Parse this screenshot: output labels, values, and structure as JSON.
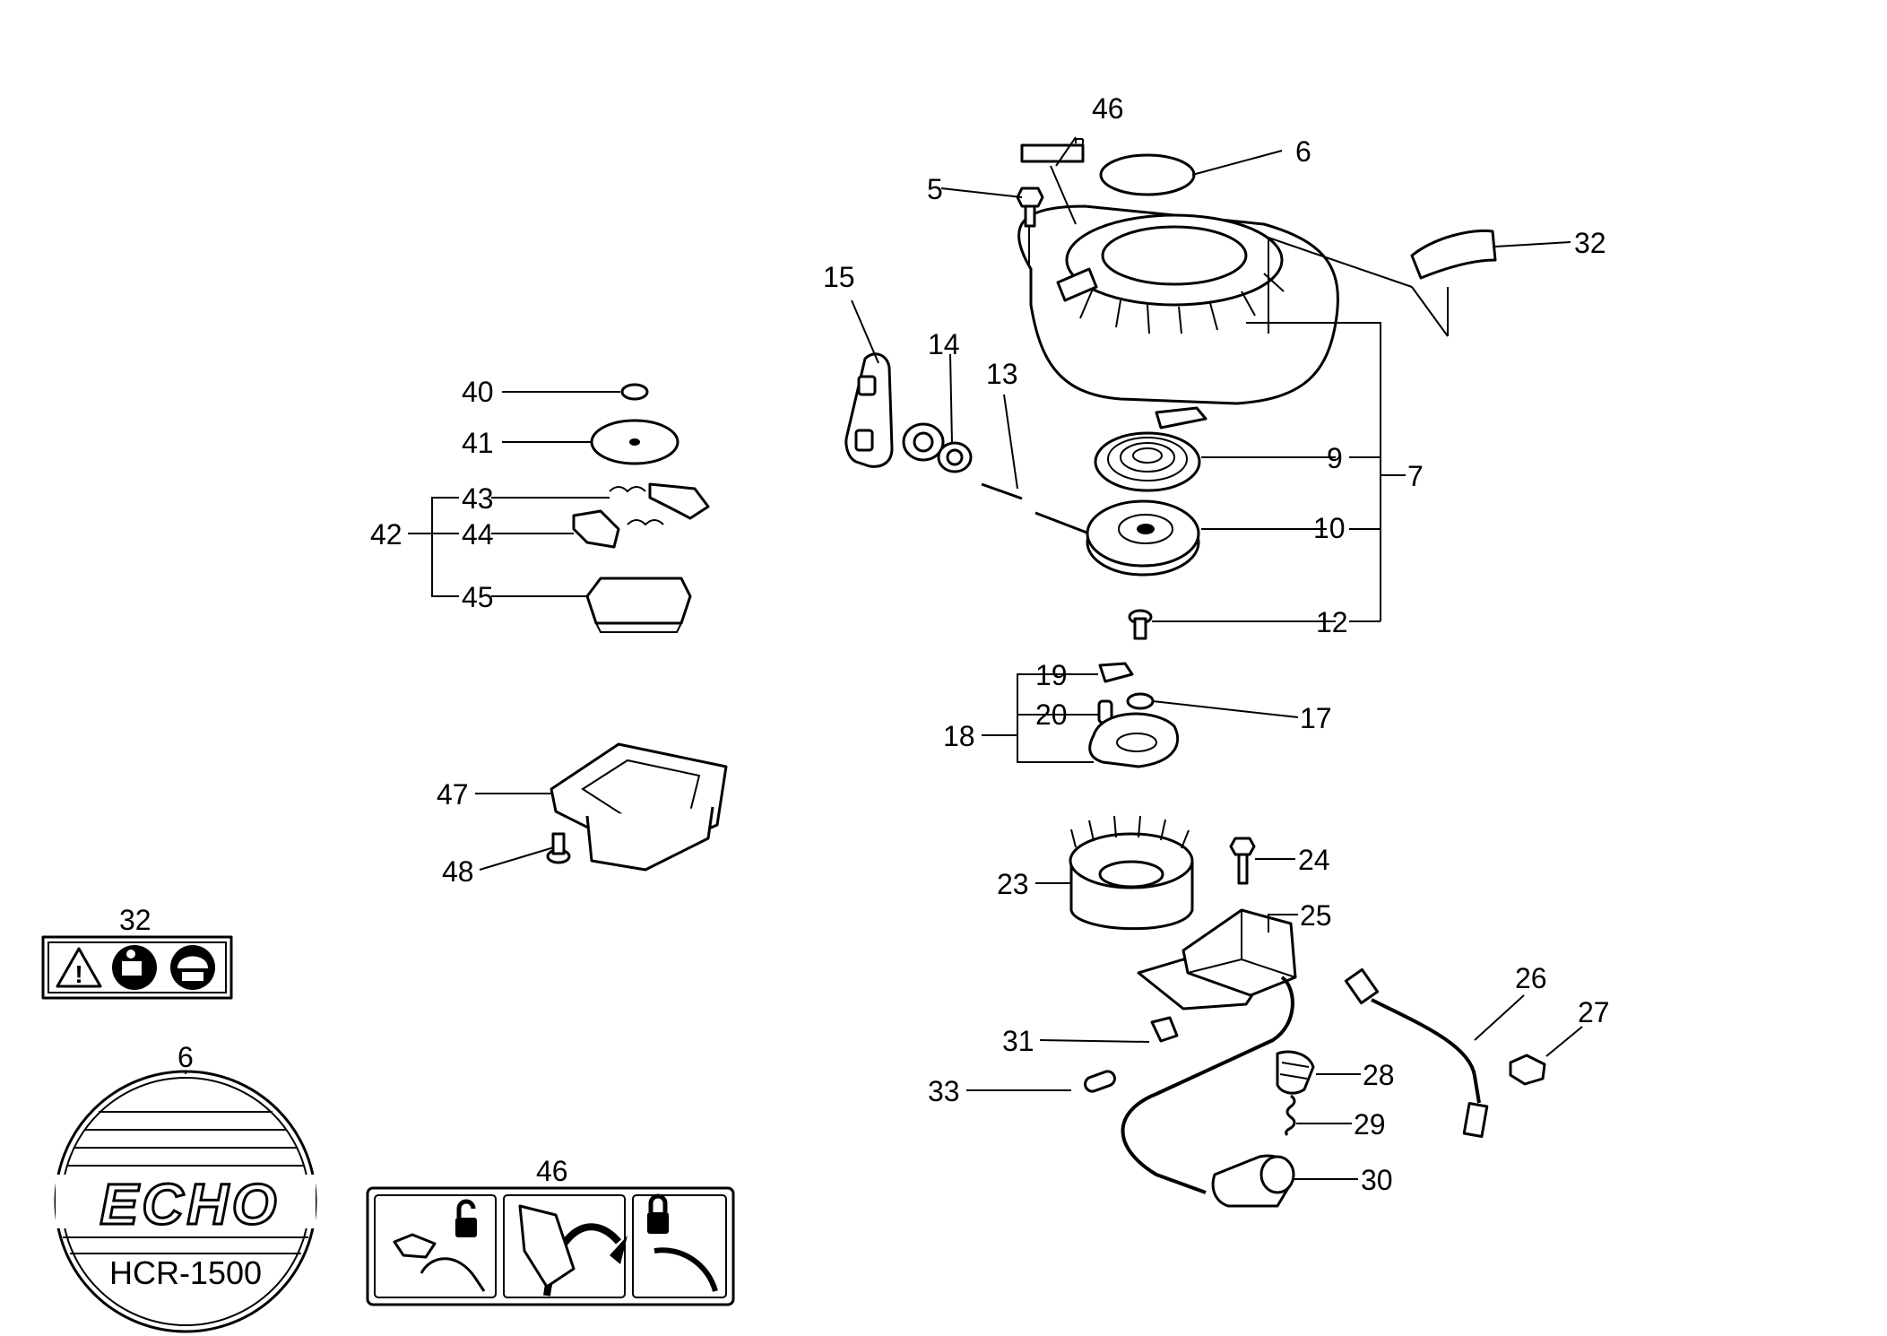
{
  "callouts": {
    "c46": "46",
    "c6": "6",
    "c5": "5",
    "c32": "32",
    "c15": "15",
    "c14": "14",
    "c13": "13",
    "c9": "9",
    "c7": "7",
    "c10": "10",
    "c12": "12",
    "c19": "19",
    "c20": "20",
    "c17": "17",
    "c18": "18",
    "c24": "24",
    "c23": "23",
    "c25": "25",
    "c26": "26",
    "c27": "27",
    "c31": "31",
    "c28": "28",
    "c33": "33",
    "c29": "29",
    "c30": "30",
    "c40": "40",
    "c41": "41",
    "c42": "42",
    "c43": "43",
    "c44": "44",
    "c45": "45",
    "c47": "47",
    "c48": "48"
  },
  "decals": {
    "warning_title": "32",
    "logo_title": "6",
    "logo_brand": "ECHO",
    "logo_model": "HCR-1500",
    "instruction_title": "46"
  },
  "icons": [
    "warning-triangle-icon",
    "read-manual-icon",
    "head-protection-icon",
    "unlock-icon",
    "lock-icon",
    "curved-arrow-icon"
  ]
}
